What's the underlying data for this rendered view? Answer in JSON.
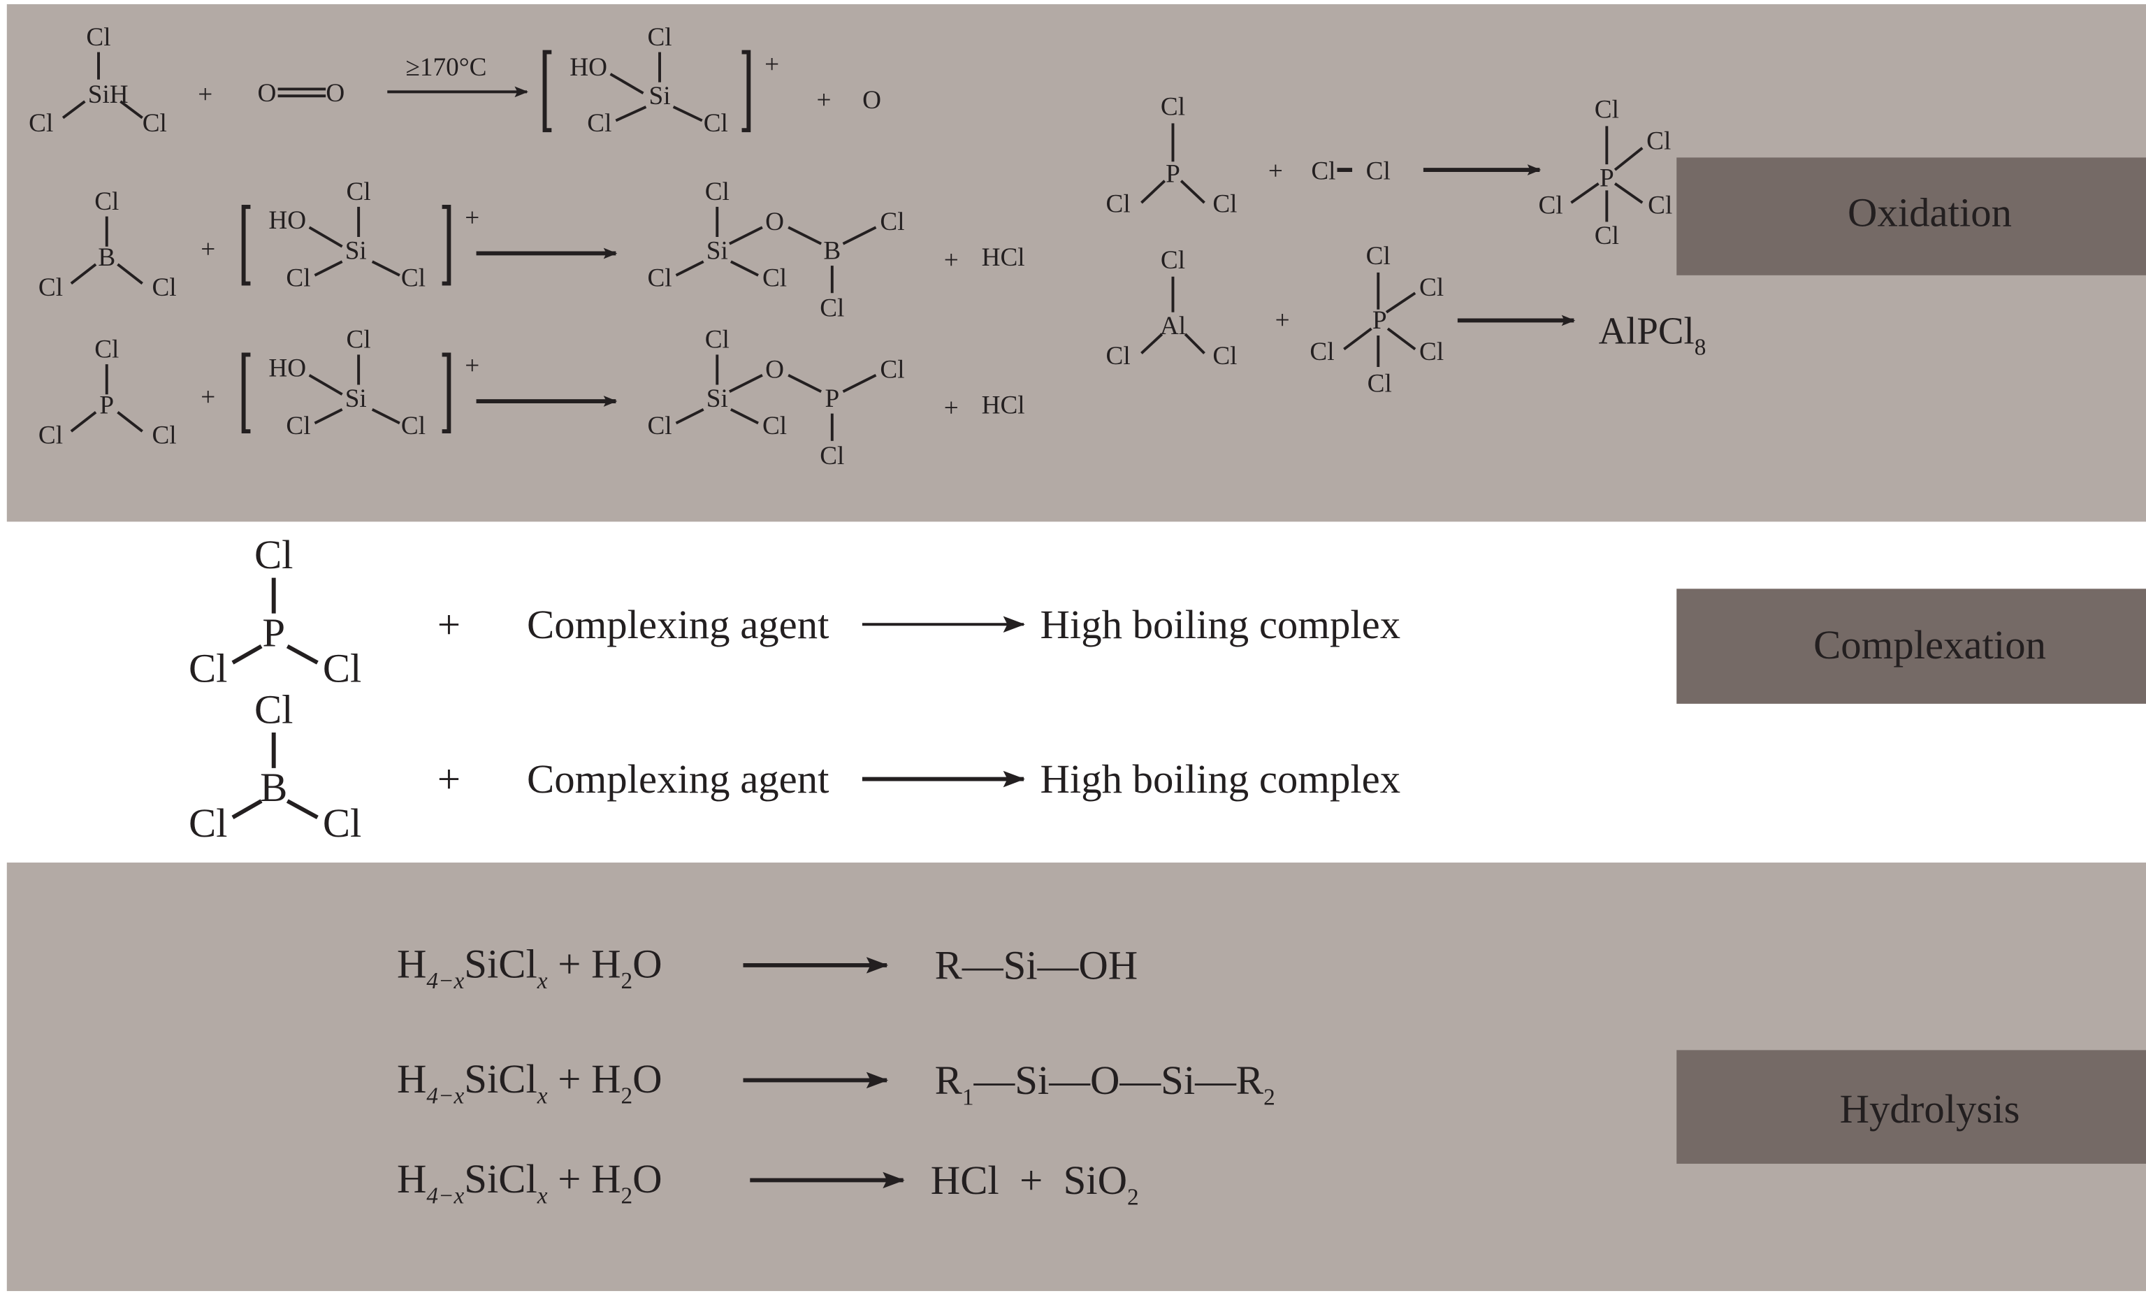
{
  "colors": {
    "band": "#b3aaa5",
    "label_box": "#756a66",
    "text": "#231f20",
    "middle_bg": "#ffffff"
  },
  "labels": {
    "oxidation": "Oxidation",
    "complexation": "Complexation",
    "hydrolysis": "Hydrolysis"
  },
  "atoms": {
    "cl": "Cl",
    "sih": "SiH",
    "si": "Si",
    "b": "B",
    "p": "P",
    "al": "Al",
    "o": "O",
    "ho": "HO"
  },
  "symbols": {
    "plus": "+",
    "charge": "+",
    "condition": "≥170°C",
    "hcl": "HCl"
  },
  "oxidation": {
    "product_alpcl8": "AlPCl",
    "product_alpcl8_sub": "8"
  },
  "complexation": {
    "agent": "Complexing agent",
    "product": "High boiling complex"
  },
  "hydrolysis": {
    "reactant_h": "H",
    "reactant_h_sub": "4−x",
    "reactant_sicl": "SiCl",
    "reactant_x": "x",
    "plus_h": " + H",
    "h2o_sub": "2",
    "h2o_o": "O",
    "product1": "R—Si—OH",
    "product2_r": "R",
    "product2_sub1": "1",
    "product2_mid": "—Si—O—Si—R",
    "product2_sub2": "2",
    "product3_a": "HCl  +  SiO",
    "product3_sub": "2"
  }
}
